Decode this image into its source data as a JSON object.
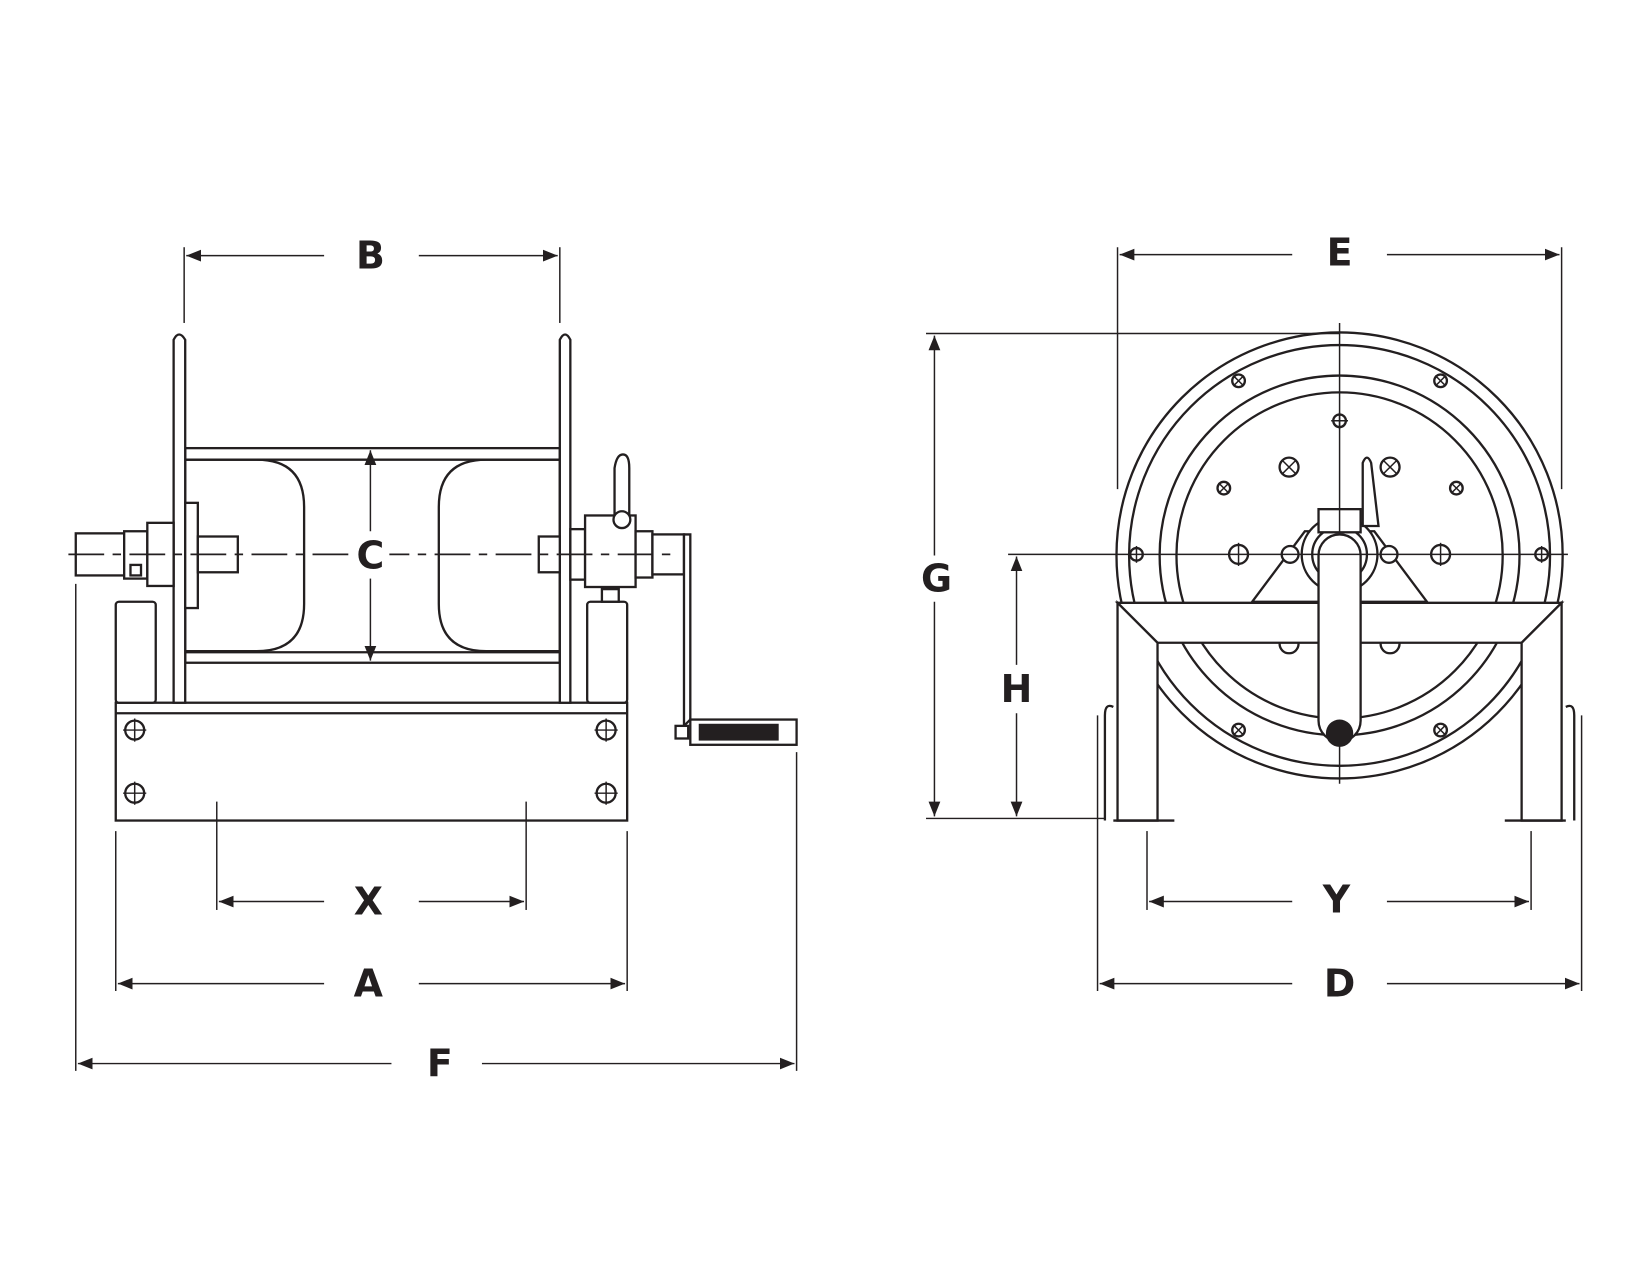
{
  "drawing": {
    "title": "Hose reel dimension drawing",
    "line_color": "#231f20",
    "labels": {
      "A": "A",
      "B": "B",
      "C": "C",
      "D": "D",
      "E": "E",
      "F": "F",
      "G": "G",
      "H": "H",
      "X": "X",
      "Y": "Y"
    }
  }
}
